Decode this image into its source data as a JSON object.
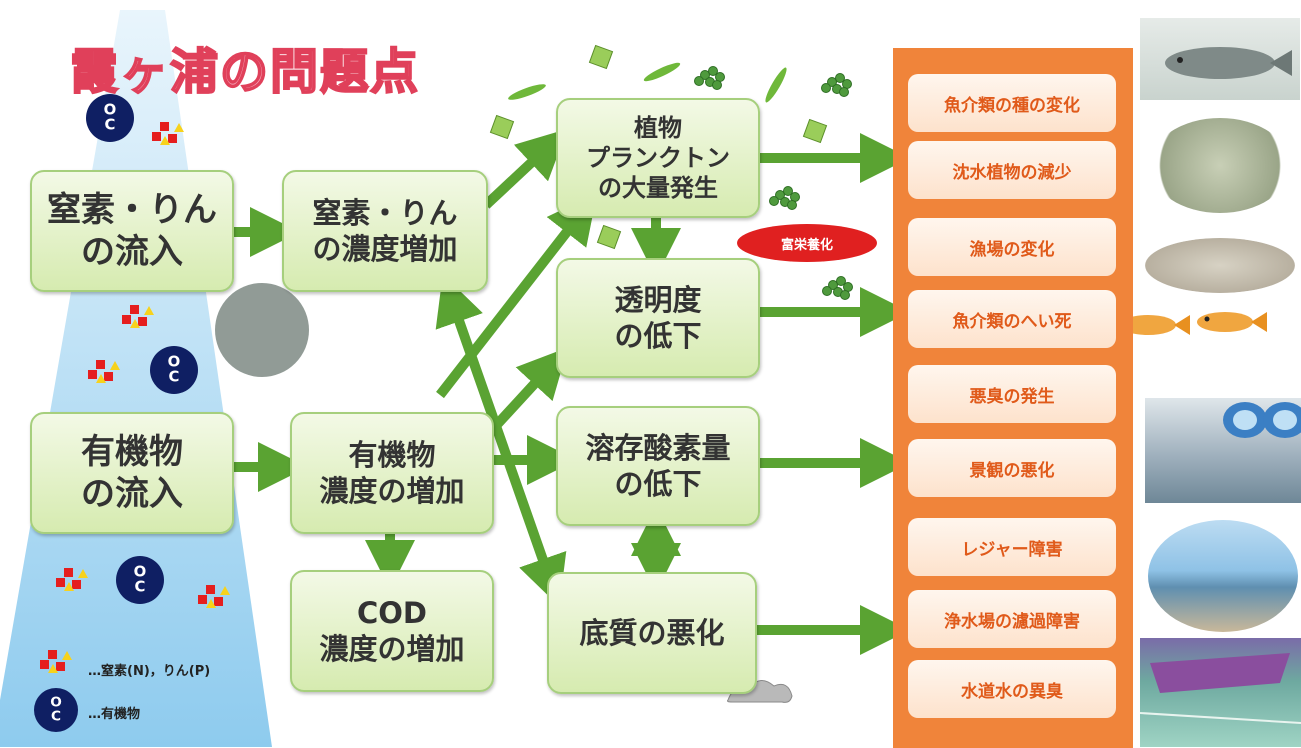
{
  "title": "霞ヶ浦の問題点",
  "sources": {
    "nitrogen_phosphorus": "窒素・りん\nの流入",
    "organic": "有機物\nの流入"
  },
  "intermediate": {
    "np_concentration": "窒素・りん\nの濃度増加",
    "organic_concentration": "有機物\n濃度の増加",
    "cod": "COD\n濃度の増加"
  },
  "phenomena": {
    "plankton": "植物\nプランクトン\nの大量発生",
    "transparency": "透明度\nの低下",
    "dissolved_oxygen": "溶存酸素量\nの低下",
    "sediment": "底質の悪化"
  },
  "eutrophication_label": "富栄養化",
  "effects": [
    "魚介類の種の変化",
    "沈水植物の減少",
    "漁場の変化",
    "魚介類のへい死",
    "悪臭の発生",
    "景観の悪化",
    "レジャー障害",
    "浄水場の濾過障害",
    "水道水の異臭"
  ],
  "legend": {
    "np_text": "…窒素(N)，りん(P)",
    "organic_text": "…有機物",
    "organic_symbol": "O C"
  },
  "colors": {
    "box_fill": "#d6ebb0",
    "box_border": "#a6cf7d",
    "arrow": "#5aa332",
    "effects_panel": "#f0843a",
    "effect_text": "#e05a1a",
    "eutrophication": "#e02020",
    "lake_water": "#9fd2ef",
    "organic_circle": "#0f1f63"
  }
}
